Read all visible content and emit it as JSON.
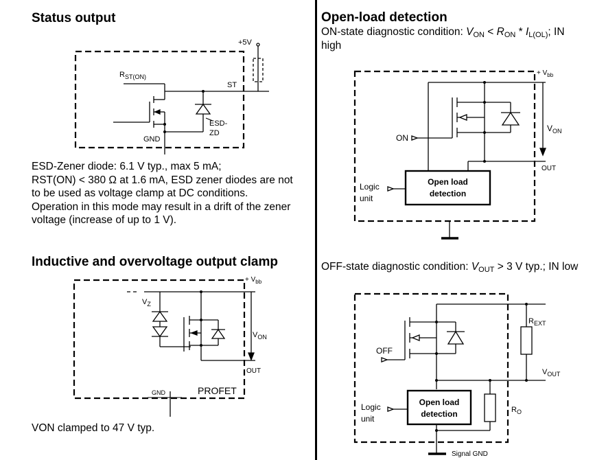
{
  "left": {
    "status": {
      "heading": "Status output",
      "labels": {
        "v5": "+5V",
        "rst": "R",
        "rst_sub": "ST(ON)",
        "st": "ST",
        "esd1": "ESD-",
        "esd2": "ZD",
        "gnd": "GND"
      },
      "desc": [
        "ESD-Zener diode: 6.1 V typ., max 5 mA;",
        "RST(ON) < 380 Ω at 1.6 mA, ESD zener diodes are not",
        "to be used as voltage clamp at DC conditions.",
        "Operation in this mode may result in a drift of the zener",
        "voltage (increase of up to 1 V)."
      ]
    },
    "clamp": {
      "heading": "Inductive and overvoltage output clamp",
      "labels": {
        "vbb": "+ V",
        "vbb_sub": "bb",
        "vz": "V",
        "vz_sub": "Z",
        "von": "V",
        "von_sub": "ON",
        "out": "OUT",
        "gnd": "GND",
        "profet": "PROFET"
      },
      "note": "VON clamped to 47 V typ."
    }
  },
  "right": {
    "openload": {
      "heading": "Open-load detection",
      "cond_prefix": "ON-state diagnostic condition: ",
      "cond_v": "V",
      "cond_vsub": "ON",
      "cond_lt": " < ",
      "cond_r": "R",
      "cond_rsub": "ON",
      "cond_mul": " * ",
      "cond_i": "I",
      "cond_isub": "L(OL)",
      "cond_suffix": "; IN",
      "cond_line2": "high",
      "labels": {
        "vbb": "+ V",
        "vbb_sub": "bb",
        "von": "V",
        "von_sub": "ON",
        "on": "ON",
        "out": "OUT",
        "logic1": "Logic",
        "logic2": "unit",
        "box1": "Open load",
        "box2": "detection"
      }
    },
    "offstate": {
      "cond_prefix": "OFF-state diagnostic condition: ",
      "cond_v": "V",
      "cond_vsub": "OUT",
      "cond_suffix": " > 3 V typ.; IN low",
      "labels": {
        "rext": "R",
        "rext_sub": "EXT",
        "off": "OFF",
        "vout": "V",
        "vout_sub": "OUT",
        "logic1": "Logic",
        "logic2": "unit",
        "box1": "Open load",
        "box2": "detection",
        "ro": "R",
        "ro_sub": "O",
        "sgnd": "Signal GND"
      }
    }
  }
}
